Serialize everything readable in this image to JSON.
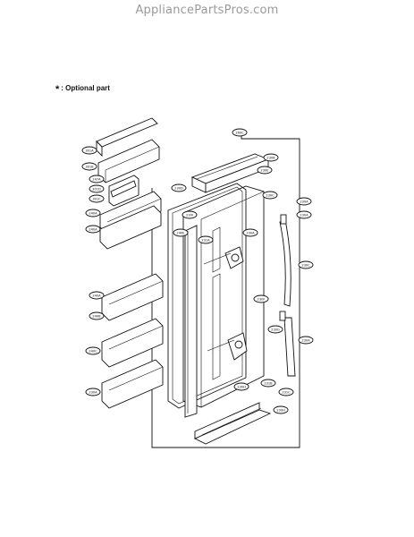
{
  "header": {
    "watermark": "AppliancePartsPros.com"
  },
  "note": {
    "symbol": "*",
    "text": ": Optional part"
  },
  "callouts": [
    "301A",
    "301B",
    "247A",
    "301D",
    "301C",
    "240A",
    "240A",
    "240A",
    "240B",
    "240C",
    "230A",
    "260C",
    "230B",
    "230E",
    "230D",
    "230C",
    "230A",
    "230A",
    "230A",
    "230C",
    "230A",
    "230F",
    "230G",
    "230H",
    "231B",
    "231C",
    "231A",
    "230H",
    "230I",
    "240E"
  ],
  "colors": {
    "ink": "#111111",
    "watermark": "#9a9a9a",
    "background": "#ffffff"
  }
}
